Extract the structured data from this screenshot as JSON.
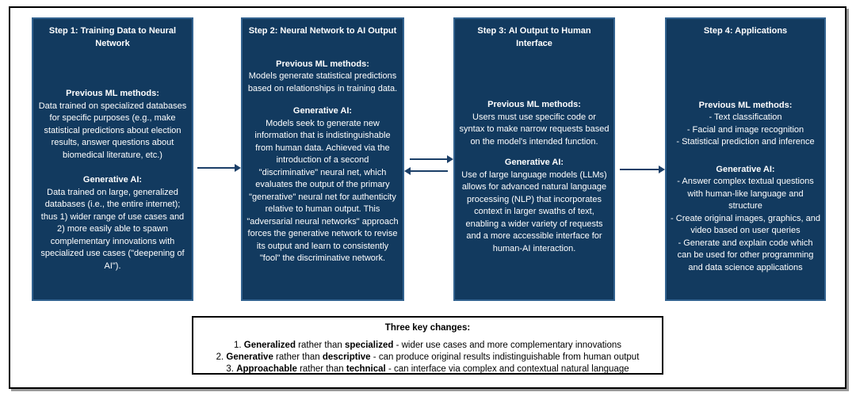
{
  "colors": {
    "box_fill": "#123a5f",
    "box_border": "#32628f",
    "arrow": "#1b3f68",
    "box_text": "#ffffff",
    "frame_border": "#000000"
  },
  "boxes": [
    {
      "title": "Step 1: Training Data to Neural Network",
      "sections": [
        {
          "heading": "Previous ML methods:",
          "body": "Data trained on specialized databases for specific purposes (e.g., make statistical predictions about election results, answer questions about biomedical literature, etc.)"
        },
        {
          "heading": "Generative AI:",
          "body": "Data trained on large, generalized databases (i.e., the entire internet); thus 1) wider range of use cases and 2) more easily able to spawn complementary innovations with specialized use cases (\"deepening of AI\")."
        }
      ]
    },
    {
      "title": "Step 2: Neural Network to AI Output",
      "sections": [
        {
          "heading": "Previous ML methods:",
          "body": "Models generate statistical predictions based on relationships in training data."
        },
        {
          "heading": "Generative AI:",
          "body": "Models seek to generate new information that is indistinguishable from human data. Achieved via the introduction of a second \"discriminative\" neural net, which evaluates the output of the primary \"generative\" neural net for authenticity relative to human output. This \"adversarial neural networks\" approach forces the generative network to revise its output and learn to consistently \"fool\" the discriminative network."
        }
      ]
    },
    {
      "title": "Step 3: AI Output to Human Interface",
      "sections": [
        {
          "heading": "Previous ML methods:",
          "body": "Users must use specific code or syntax to make narrow requests based on the model's intended function."
        },
        {
          "heading": "Generative AI:",
          "body": "Use of large language models (LLMs) allows for advanced natural language processing (NLP) that incorporates context in larger swaths of text, enabling a wider variety of requests and a more accessible interface for human-AI interaction."
        }
      ]
    },
    {
      "title": "Step 4: Applications",
      "sections": [
        {
          "heading": "Previous ML methods:",
          "body": "- Text classification\n- Facial and image recognition\n- Statistical prediction and inference"
        },
        {
          "heading": "Generative AI:",
          "body": "- Answer complex textual questions with human-like language and structure\n- Create original images, graphics, and video based on user queries\n- Generate and explain code which can be used for other programming and data science applications"
        }
      ]
    }
  ],
  "key_changes": {
    "title": "Three key changes:",
    "items": [
      {
        "segments": [
          {
            "t": "1. ",
            "b": false
          },
          {
            "t": "Generalized",
            "b": true
          },
          {
            "t": " rather than ",
            "b": false
          },
          {
            "t": "specialized",
            "b": true
          },
          {
            "t": " - wider use cases and more complementary innovations",
            "b": false
          }
        ]
      },
      {
        "segments": [
          {
            "t": "2. ",
            "b": false
          },
          {
            "t": "Generative",
            "b": true
          },
          {
            "t": " rather than ",
            "b": false
          },
          {
            "t": "descriptive",
            "b": true
          },
          {
            "t": " - can produce original results indistinguishable from human output",
            "b": false
          }
        ]
      },
      {
        "segments": [
          {
            "t": "3. ",
            "b": false
          },
          {
            "t": "Approachable",
            "b": true
          },
          {
            "t": " rather than ",
            "b": false
          },
          {
            "t": "technical",
            "b": true
          },
          {
            "t": " - can interface via complex and contextual natural language",
            "b": false
          }
        ]
      }
    ]
  }
}
